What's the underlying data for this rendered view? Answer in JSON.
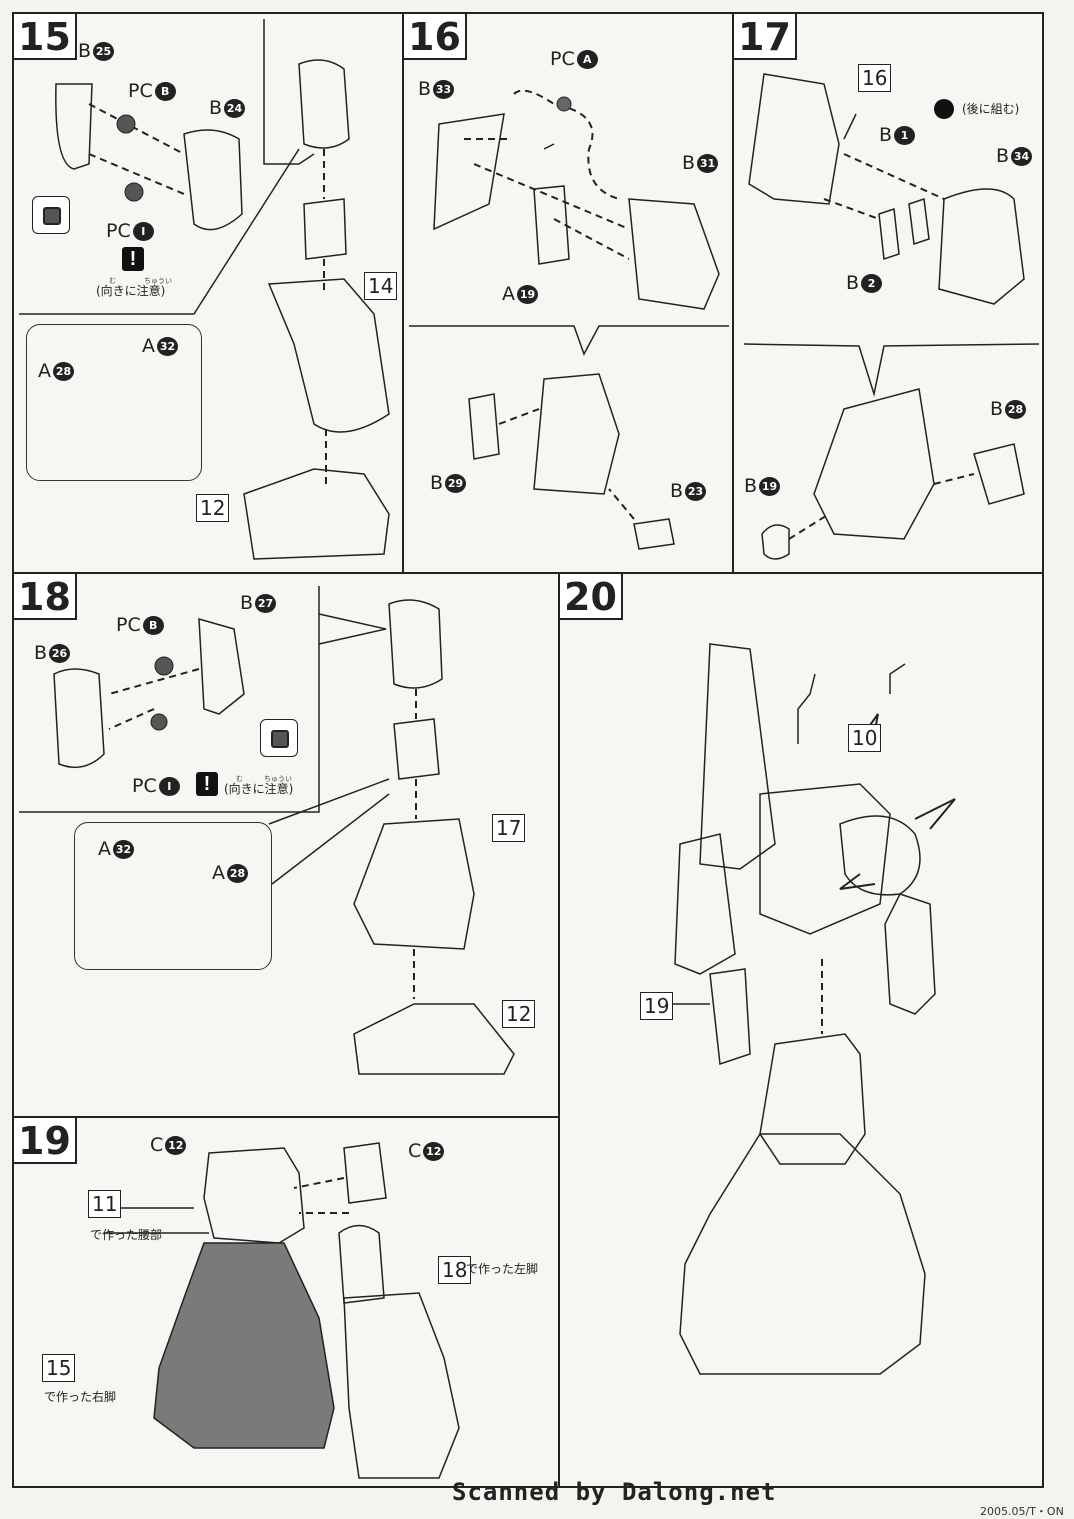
{
  "steps": [
    {
      "number": "15",
      "labels": {
        "b25": {
          "pfx": "B",
          "num": "25"
        },
        "pcb": {
          "pfx": "PC",
          "num": "B"
        },
        "b24": {
          "pfx": "B",
          "num": "24"
        },
        "pc1": {
          "pfx": "PC",
          "num": "I"
        },
        "a32": {
          "pfx": "A",
          "num": "32"
        },
        "a28": {
          "pfx": "A",
          "num": "28"
        }
      },
      "refs": [
        "14",
        "12"
      ],
      "warning": "(向きに注意)"
    },
    {
      "number": "16",
      "labels": {
        "pca": {
          "pfx": "PC",
          "num": "A"
        },
        "b33": {
          "pfx": "B",
          "num": "33"
        },
        "b31": {
          "pfx": "B",
          "num": "31"
        },
        "a19": {
          "pfx": "A",
          "num": "19"
        },
        "b29": {
          "pfx": "B",
          "num": "29"
        },
        "b23": {
          "pfx": "B",
          "num": "23"
        }
      }
    },
    {
      "number": "17",
      "labels": {
        "b1": {
          "pfx": "B",
          "num": "1"
        },
        "b34": {
          "pfx": "B",
          "num": "34"
        },
        "b2": {
          "pfx": "B",
          "num": "2"
        },
        "b28": {
          "pfx": "B",
          "num": "28"
        },
        "b19": {
          "pfx": "B",
          "num": "19"
        }
      },
      "refs": [
        "16"
      ],
      "later": "(後に組む)"
    },
    {
      "number": "18",
      "labels": {
        "b27": {
          "pfx": "B",
          "num": "27"
        },
        "pcb": {
          "pfx": "PC",
          "num": "B"
        },
        "b26": {
          "pfx": "B",
          "num": "26"
        },
        "pc1": {
          "pfx": "PC",
          "num": "I"
        },
        "a32": {
          "pfx": "A",
          "num": "32"
        },
        "a28": {
          "pfx": "A",
          "num": "28"
        }
      },
      "refs": [
        "17",
        "12"
      ],
      "warning": "(向きに注意)"
    },
    {
      "number": "19",
      "labels": {
        "c12a": {
          "pfx": "C",
          "num": "12"
        },
        "c12b": {
          "pfx": "C",
          "num": "12"
        }
      },
      "refs": [
        "11",
        "18",
        "15"
      ],
      "notes": {
        "waist": "で作った腰部",
        "left_leg": "で作った左脚",
        "right_leg": "で作った右脚"
      }
    },
    {
      "number": "20",
      "refs": [
        "10",
        "19"
      ]
    }
  ],
  "footer": {
    "credit": "Scanned by Dalong.net",
    "code": "2005.05/T・ON"
  }
}
